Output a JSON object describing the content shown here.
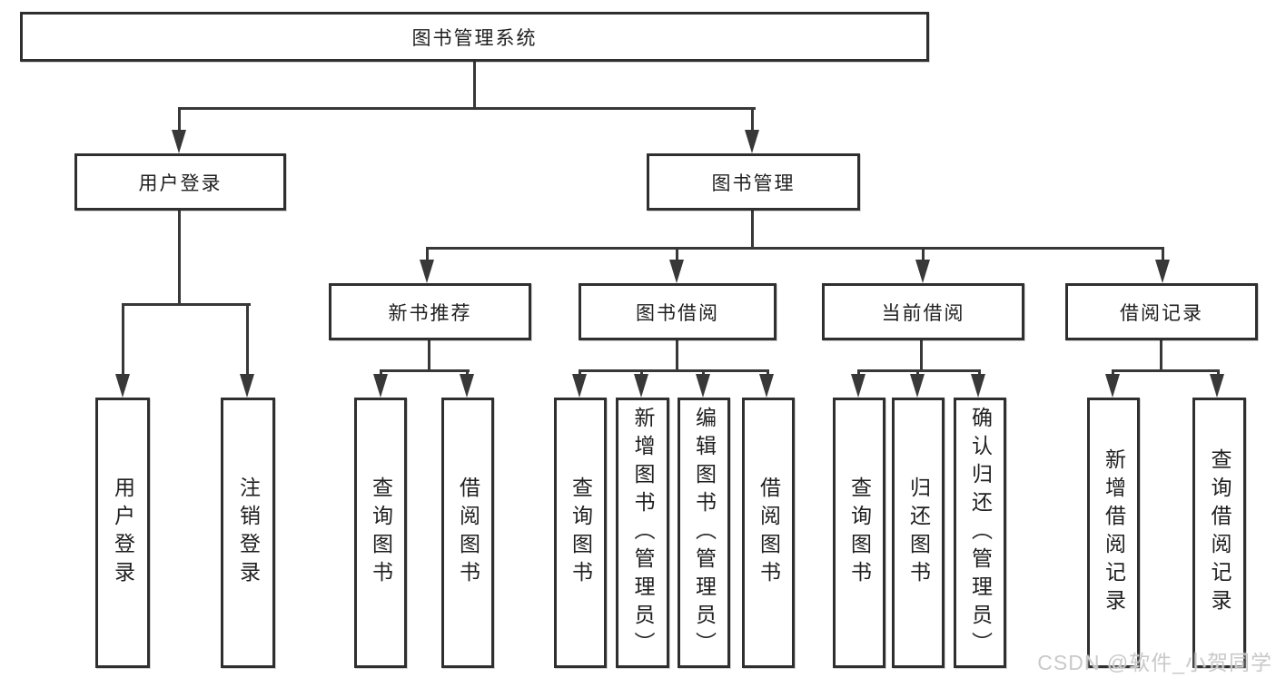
{
  "title": "图书管理系统",
  "colors": {
    "line": "#383838",
    "box_border": "#2f2f2f",
    "text": "#1f1f1f",
    "background": "#ffffff",
    "watermark": "#c9c9c9"
  },
  "watermark": {
    "text": "CSDN @软件_小贺同学"
  },
  "tree": {
    "label": "图书管理系统",
    "children": [
      {
        "label": "用户登录",
        "children": [
          {
            "label": "用户登录"
          },
          {
            "label": "注销登录"
          }
        ]
      },
      {
        "label": "图书管理",
        "children": [
          {
            "label": "新书推荐",
            "children": [
              {
                "label": "查询图书"
              },
              {
                "label": "借阅图书"
              }
            ]
          },
          {
            "label": "图书借阅",
            "children": [
              {
                "label": "查询图书"
              },
              {
                "label": "新增图书（管理员）"
              },
              {
                "label": "编辑图书（管理员）"
              },
              {
                "label": "借阅图书"
              }
            ]
          },
          {
            "label": "当前借阅",
            "children": [
              {
                "label": "查询图书"
              },
              {
                "label": "归还图书"
              },
              {
                "label": "确认归还（管理员）"
              }
            ]
          },
          {
            "label": "借阅记录",
            "children": [
              {
                "label": "新增借阅记录"
              },
              {
                "label": "查询借阅记录"
              }
            ]
          }
        ]
      }
    ]
  }
}
